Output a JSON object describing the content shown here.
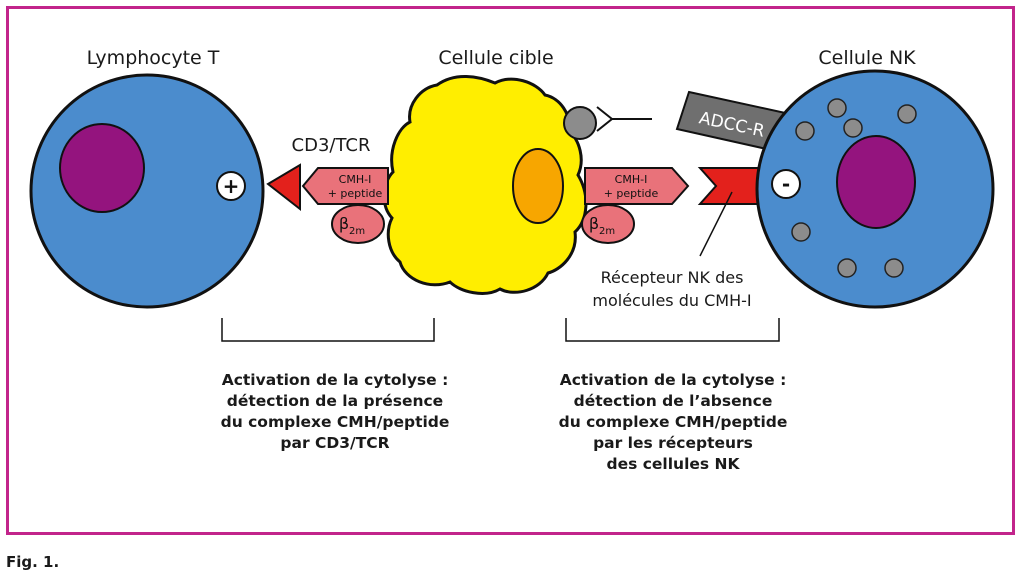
{
  "colors": {
    "frame": "#c2248b",
    "cell": "#4b8ccd",
    "nucleus": "#94147e",
    "target_cell": "#ffee00",
    "target_nucleus": "#f7a600",
    "mhc": "#e9727a",
    "receptor": "#e3211c",
    "granule": "#8c8c8c",
    "adcc": "#6f6f6f"
  },
  "labels": {
    "t_cell": "Lymphocyte T",
    "target_cell": "Cellule cible",
    "nk_cell": "Cellule NK",
    "cd3_tcr": "CD3/TCR",
    "mhc_left_line1": "CMH-I",
    "mhc_left_line2": "+ peptide",
    "mhc_right_line1": "CMH-I",
    "mhc_right_line2": "+ peptide",
    "b2m_base": "β",
    "b2m_sub": "2m",
    "adcc": "ADCC-R",
    "plus": "+",
    "minus": "-",
    "nk_receptor_line1": "Récepteur NK des",
    "nk_receptor_line2": "molécules du CMH-I"
  },
  "captions": {
    "left": [
      "Activation de la cytolyse :",
      "détection de la présence",
      "du complexe CMH/peptide",
      "par CD3/TCR"
    ],
    "right": [
      "Activation de la cytolyse :",
      "détection de l’absence",
      "du complexe CMH/peptide",
      "par les récepteurs",
      "des cellules NK"
    ]
  },
  "figure_label": "Fig. 1."
}
